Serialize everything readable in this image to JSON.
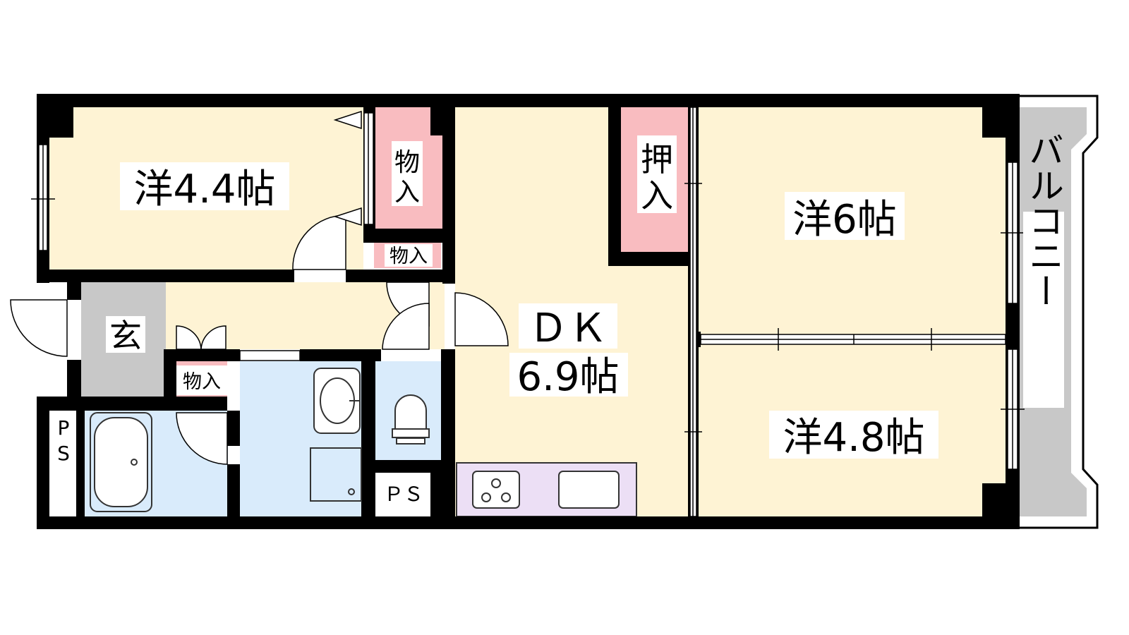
{
  "rooms": {
    "western_a": "洋4.4帖",
    "western_b": "洋6帖",
    "western_c": "洋4.8帖",
    "dk_name": "ＤＫ",
    "dk_size": "6.9帖",
    "entrance": "玄",
    "balcony": "バルコニー"
  },
  "storage": {
    "closet_top_1": "物",
    "closet_top_2": "入",
    "closet_mid": "物入",
    "closet_entry": "物入",
    "oshiire_1": "押",
    "oshiire_2": "入"
  },
  "ps": {
    "left_p": "P",
    "left_s": "S",
    "bottom": "ＰＳ"
  },
  "colors": {
    "western": "#fef3d4",
    "storage": "#f9bcc0",
    "wet_area": "#d9ebfb",
    "entrance": "#c8c8c8",
    "balcony": "#c8c8c8",
    "kitchen": "#ecdff5",
    "wall": "#000000"
  }
}
